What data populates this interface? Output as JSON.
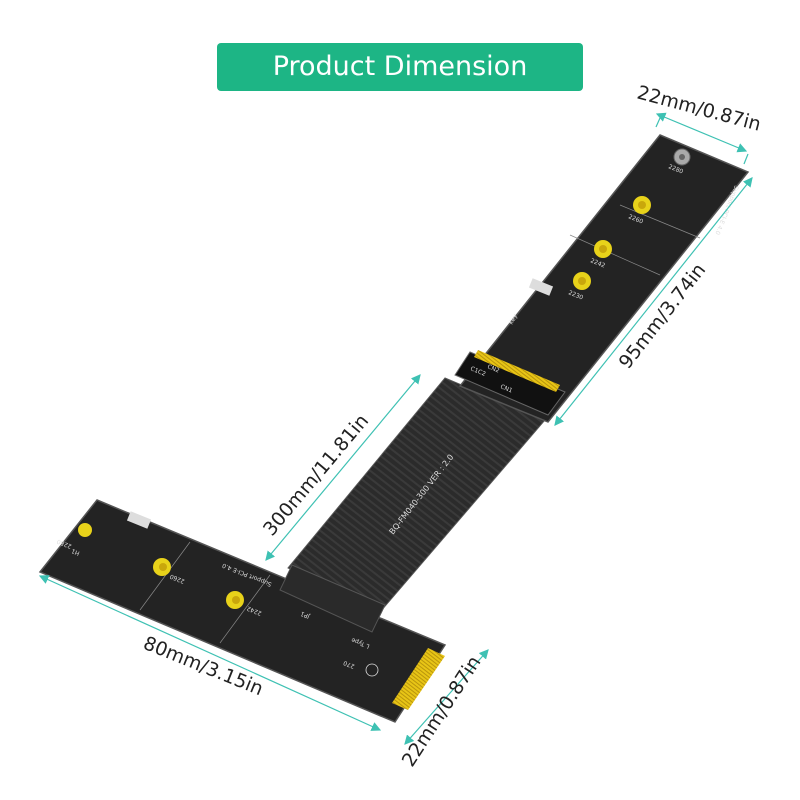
{
  "banner": {
    "title": "Product Dimension",
    "color": "#1db585"
  },
  "dimensions": {
    "top_width": "22mm/0.87in",
    "top_length": "95mm/3.74in",
    "cable_length": "300mm/11.81in",
    "bottom_length": "80mm/3.15in",
    "bottom_width": "22mm/0.87in",
    "line_color": "#3ec1b3"
  },
  "cable": {
    "label": "BQ-FM040-300   VER : 2.0"
  },
  "top_board": {
    "support": "Support PCI-E 4.0",
    "holes": [
      "2280",
      "2260",
      "2242",
      "2230"
    ],
    "key": "Key",
    "cn1": "CN1",
    "cn2": "CN2",
    "c1c2": "C1C2"
  },
  "bottom_board": {
    "support": "Support PCI-E 4.0",
    "holes": [
      "2280",
      "2260",
      "2242"
    ],
    "h1": "H1",
    "jp1": "JP1",
    "type": "L Type",
    "angle": "270"
  }
}
